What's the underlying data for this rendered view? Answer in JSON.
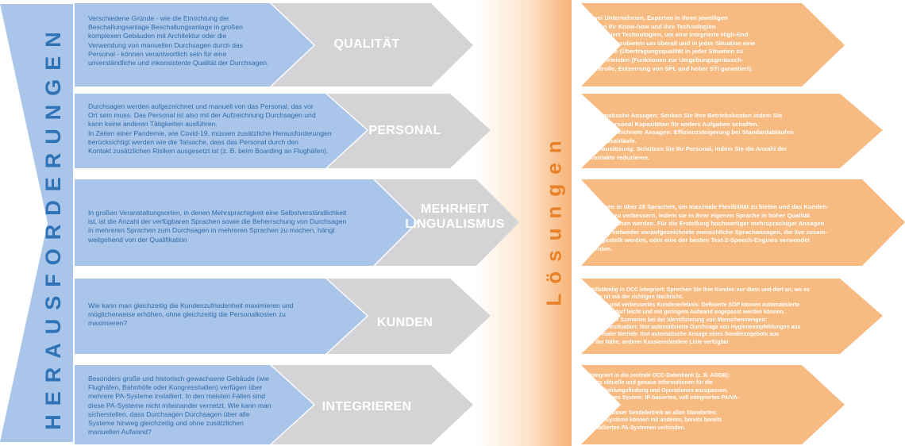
{
  "colors": {
    "challenge_blue": "#a9c6ea",
    "title_blue": "#2f73b6",
    "category_gray": "#d4d4d6",
    "solution_orange": "#f7bb82",
    "title_orange": "#e8822a"
  },
  "left_title": "HERAUSFORDERUNGEN",
  "right_title": "Lösungen",
  "rows": [
    {
      "challenge_lines": [
        "Verschiedene Gründe - wie die Einrichtung der",
        "Beschallungsanlage Beschallungsanlage in großen",
        "komplexen Gebäuden mit Architektur oder die",
        "Verwendung von manuellen Durchsagen durch das",
        "Personal - können verantwortlich sein für eine",
        "unverständliche und inkonsistente Qualität der Durchsagen."
      ],
      "category_lines": [
        "QUALITÄT"
      ],
      "solution_lines": [
        "Zwei Unternehmen, Experten in ihren jeweiligen",
        "haben ihr Know-how und ihre Technologien",
        "kombiniert Technologien, um eine integrierte High-End-",
        "Lösung anzubieten um überall und in jeder Situation eine",
        "konstante (Übertragungsqualität in jeder Situation zu",
        "gewährleisten (Funktionen zur Umgebungsgeräusch-",
        "kontrolle, Entzerrung von SPL und hoher STI garantiert)."
      ]
    },
    {
      "challenge_lines": [
        "Durchsagen werden aufgezeichnet und manuell von das Personal, das vor",
        "Ort sein muss. Das Personal ist also mit der Aufzeichnung Durchsagen und",
        "kann keine anderen Tätigkeiten ausführen.",
        "In Zeiten einer Pandemie, wie Covid-19, müssen zusätzliche Herausforderungen",
        "berücksichtigt werden wie die Tatsache, dass das Personal durch den",
        "Kontakt zusätzlichen Risiken ausgesetzt ist (z. B. beim Boarding an Flughäfen)."
      ],
      "category_lines": [
        "PERSONAL"
      ],
      "solution_lines": [
        "Automatische Ansagen: Senken Sie Ihre Betriebskosten indem Sie",
        "Ihrem Personal Kapazitäten für anders Aufgaben schaffen.",
        "Voraufgezeichnete Ansagen: Effizienzsteigerung bei Standardabläufen",
        "Betriebsabläufe.",
        "Fernauslösung: Schützen Sie Ihr Personal, indem Sie die Anzahl der",
        "Kontakte reduzieren."
      ]
    },
    {
      "challenge_lines": [
        "In großen Veranstaltungsorten, in denen Mehrsprachigkeit eine Selbstverständlichkeit",
        "ist, ist die Anzahl der verfügbaren Sprachen sowie die Beherrschung von Durchsagen",
        "in mehreren Sprachen zum Durchsagen in mehreren Sprachen zu machen, hängt",
        "weitgehend von der Qualifikation"
      ],
      "category_lines": [
        "MEHRHEIT",
        "LINGUALISMUS"
      ],
      "solution_lines": [
        "Ansagen in über 29 Sprachen, um maximale Flexibilität zu bieten und das Kunden-",
        "erlebnis zu verbessern, indem sie in ihrer eigenen Sprache in hoher Qualität",
        "angesprochen werden. Für die Erstellung hochwertiger mehrsprachiger Ansagen",
        "können entweder voraufgezeichnete menschliche Sprachansagen, die live zusam-",
        "mengestellt werden, oder eine der besten Text-2-Speech-Engines verwendet",
        "werden."
      ]
    },
    {
      "challenge_lines": [
        "Wie kann man gleichzeitig die Kundenzufriedenheit maximieren und",
        "möglicherweise erhöhen, ohne gleichzeitig die Personalkosten zu",
        "maximieren?"
      ],
      "category_lines": [
        "KUNDEN"
      ],
      "solution_lines": [
        "Vollständig in OCC integriert: Sprechen Sie Ihre Kunden nur dann und dort an, wo es",
        "nötig ist mit der richtigen Nachricht.",
        "Service und verbessertes Kundenerlebnis: Definierte SOP können automatisierte",
        "die bei Bedarf leicht und mit geringem Aufwand angepasst werden können.",
        "Beispiel für Szenarien bei der Identifizierung von Menschenmengen:",
        "- Hygienesituation: löst automatisierte Durchsage von Hygieneempfehlungen aus",
        "- Normaler Betrieb: löst automatische Ansage eines Sonderangebots aus",
        "  in der Nähe, anderer Kassierer/andere Linie verfügbar"
      ]
    },
    {
      "challenge_lines": [
        "Besonders große und historisch gewachsene Gebäude (wie",
        "Flughäfen, Bahnhöfe oder Kongresshallen) verfügen über",
        "mehrere PA-Systeme installiert. In den meisten Fällen sind",
        "diese PA-Systeme nicht miteinander vernetzt. Wie kann man",
        "sicherstellen, dass Durchsagen Durchsagen über alle",
        "Systeme hinweg gleichzeitig und ohne zusätzlichen",
        "manuellen Aufwand?"
      ],
      "category_lines": [
        "INTEGRIEREN"
      ],
      "solution_lines": [
        "Integriert in die zentrale OCC-Datenbank (z. B. AODB):",
        "Stets aktuelle und genaue Informationen für die",
        "Entscheidungsfindung  und Operationen anzupassen.",
        "Ein einziges System: IP-basiertes, voll integriertes PA/VA-",
        "System.",
        "Reibungsloser Sendebetrieb an allen Standorten:",
        "Beide Systeme können mit anderen, bereits bereits",
        "installierten PA-Systemen verbinden."
      ]
    }
  ]
}
